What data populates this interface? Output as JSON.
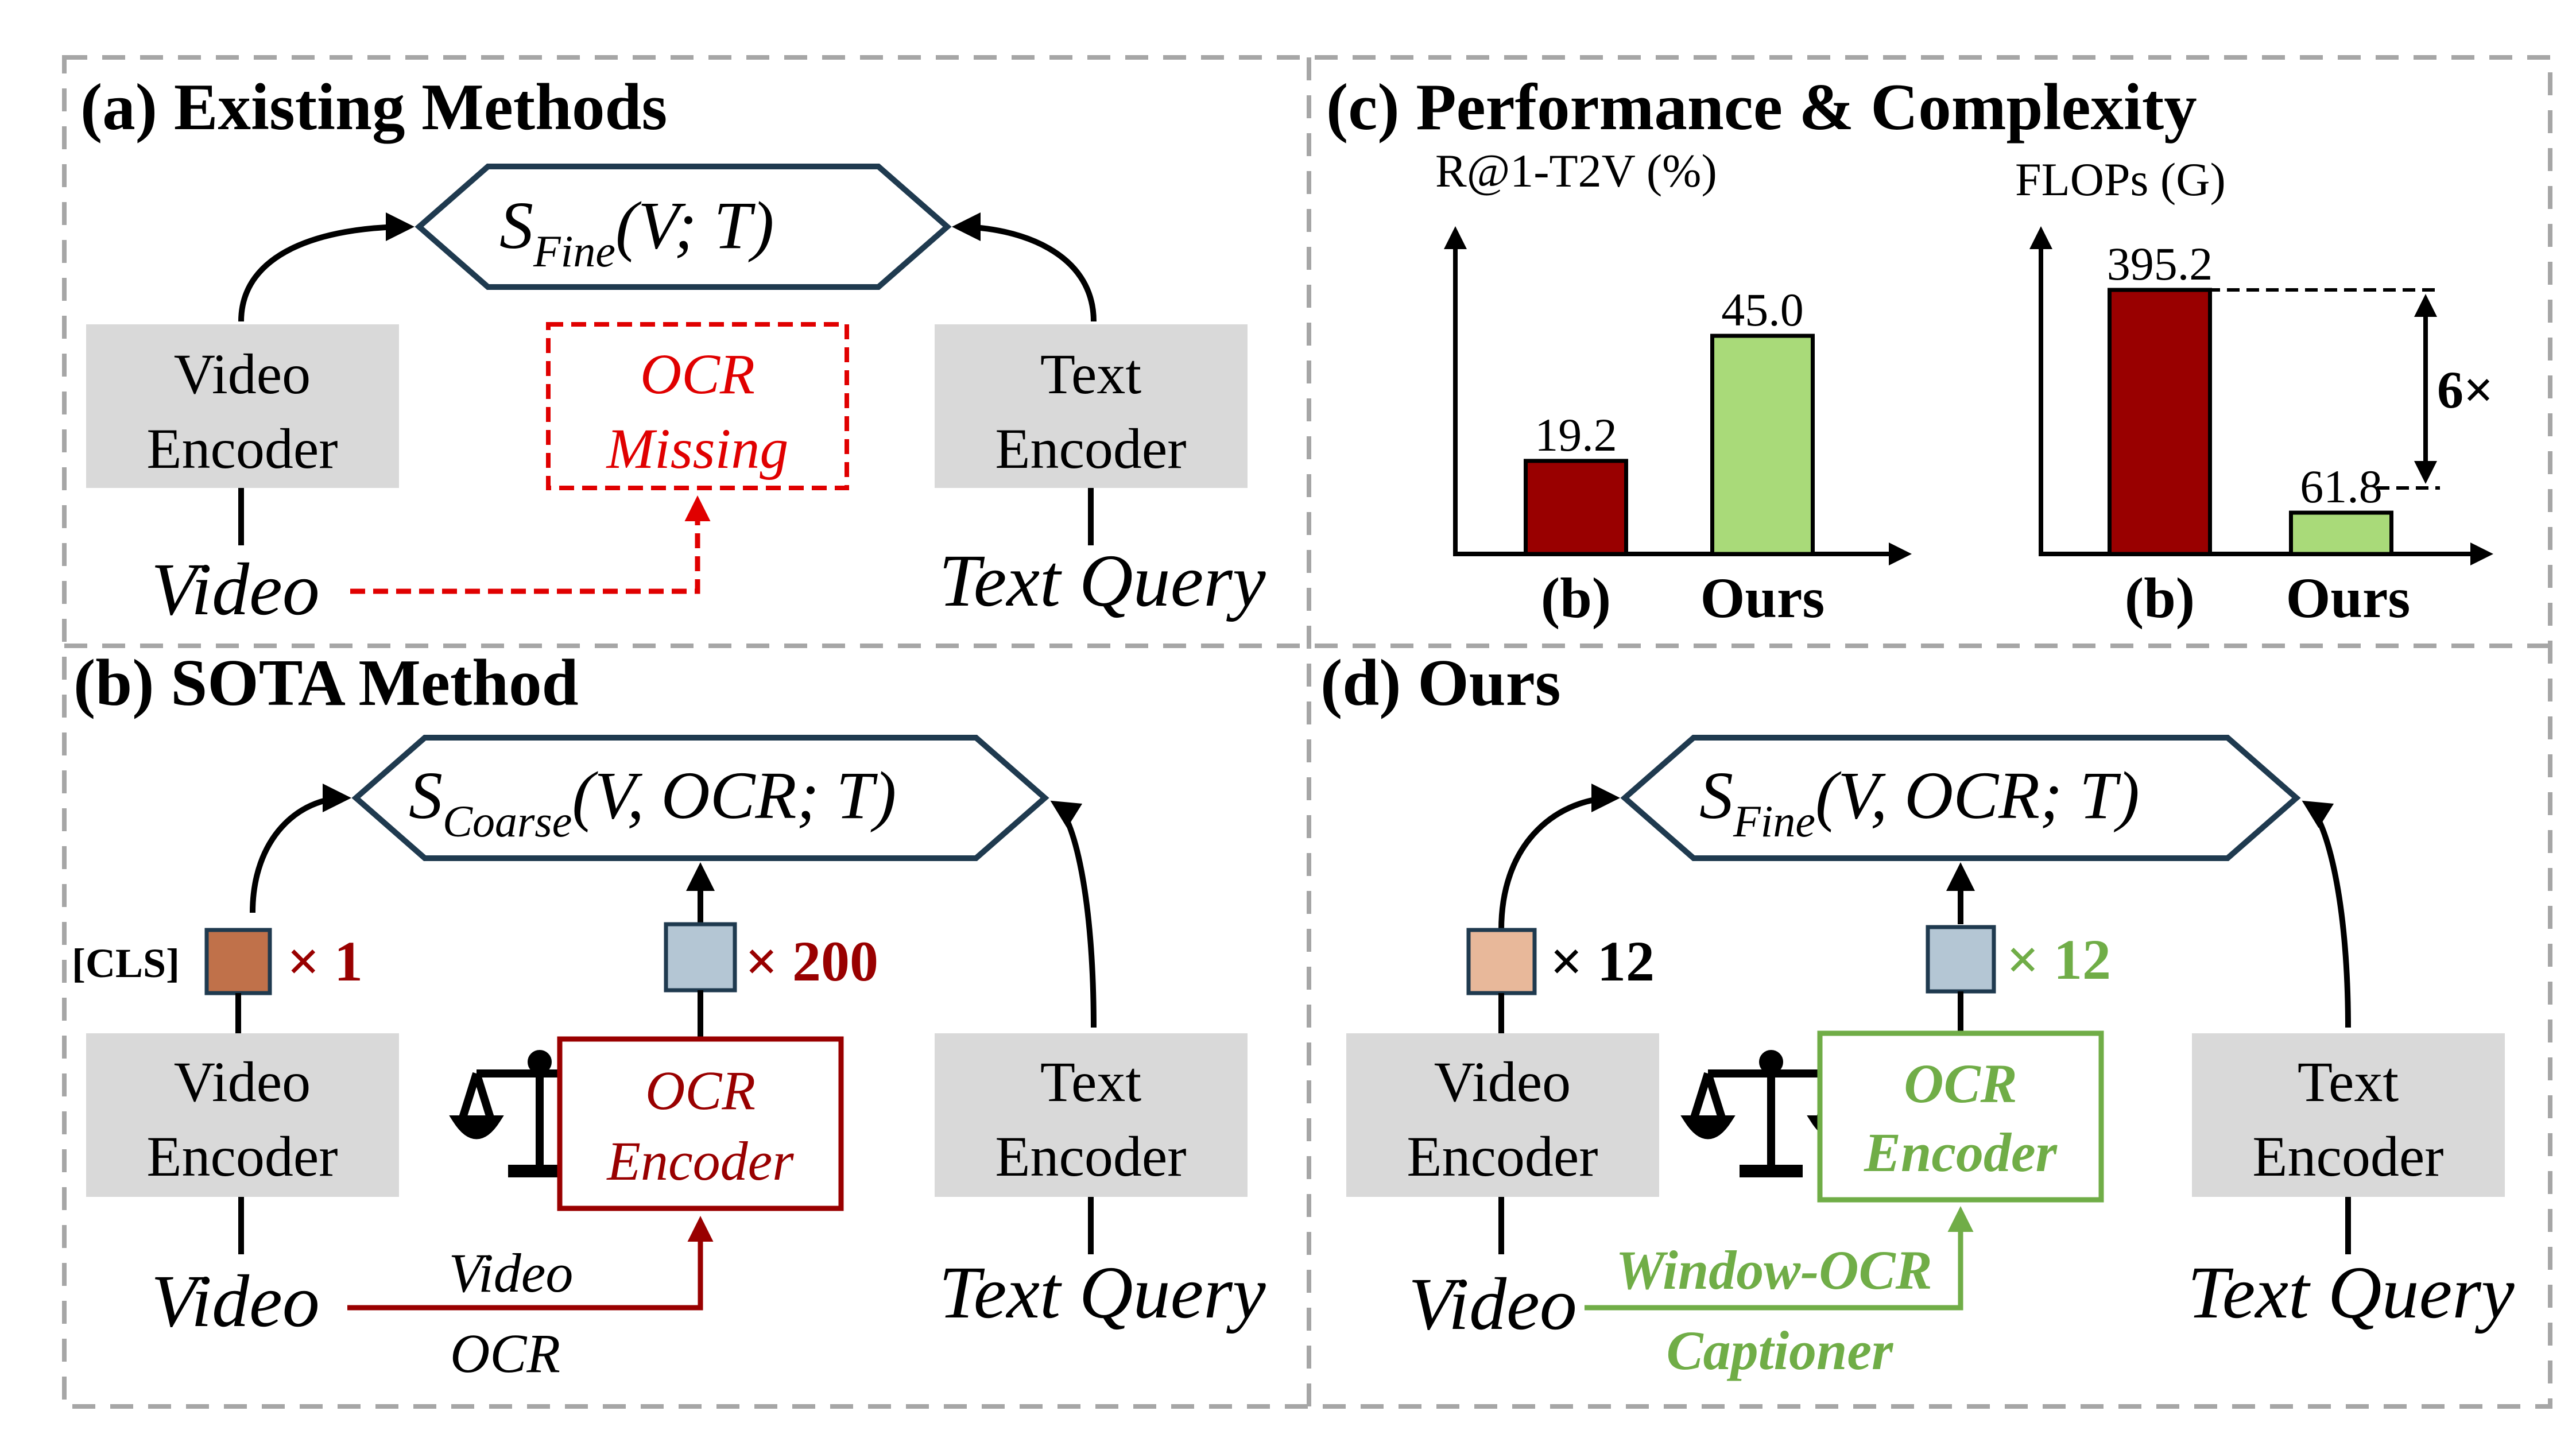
{
  "panels": {
    "a": {
      "title": "(a) Existing Methods",
      "score_main": "S",
      "score_sub": "Fine",
      "score_args": "(V; T)",
      "video_encoder": [
        "Video",
        "Encoder"
      ],
      "text_encoder": [
        "Text",
        "Encoder"
      ],
      "ocr_missing": [
        "OCR",
        "Missing"
      ],
      "video_input": "Video",
      "text_input": "Text Query"
    },
    "b": {
      "title": "(b) SOTA Method",
      "score_main": "S",
      "score_sub": "Coarse",
      "score_args": "(V, OCR; T)",
      "cls_label": "[CLS]",
      "cls_count": "× 1",
      "ocr_count": "× 200",
      "video_encoder": [
        "Video",
        "Encoder"
      ],
      "ocr_encoder": [
        "OCR",
        "Encoder"
      ],
      "text_encoder": [
        "Text",
        "Encoder"
      ],
      "video_input": "Video",
      "text_input": "Text Query",
      "edge_top": "Video",
      "edge_bottom": "OCR"
    },
    "c": {
      "title": "(c) Performance & Complexity"
    },
    "d": {
      "title": "(d) Ours",
      "score_main": "S",
      "score_sub": "Fine",
      "score_args": "(V, OCR; T)",
      "video_count": "× 12",
      "ocr_count": "× 12",
      "video_encoder": [
        "Video",
        "Encoder"
      ],
      "ocr_encoder": [
        "OCR",
        "Encoder"
      ],
      "text_encoder": [
        "Text",
        "Encoder"
      ],
      "video_input": "Video",
      "text_input": "Text Query",
      "captioner": [
        "Window-OCR",
        "Captioner"
      ]
    }
  },
  "colors": {
    "dark_red": "#990000",
    "red": "#e00000",
    "green_fill": "#a9da79",
    "green_text": "#70ad47",
    "gray_box": "#d9d9d9",
    "navy": "#1f3a4f",
    "cls_token": "#c0714a",
    "video_token": "#e8b89a",
    "ocr_token": "#b4c6d4"
  },
  "chart_data": [
    {
      "type": "bar",
      "ylabel": "R@1-T2V (%)",
      "categories": [
        "(b)",
        "Ours"
      ],
      "values": [
        19.2,
        45.0
      ],
      "value_labels": [
        "19.2",
        "45.0"
      ],
      "colors": [
        "#990000",
        "#a9da79"
      ]
    },
    {
      "type": "bar",
      "ylabel": "FLOPs (G)",
      "categories": [
        "(b)",
        "Ours"
      ],
      "values": [
        395.2,
        61.8
      ],
      "value_labels": [
        "395.2",
        "61.8"
      ],
      "colors": [
        "#990000",
        "#a9da79"
      ],
      "annotation": "6×"
    }
  ]
}
